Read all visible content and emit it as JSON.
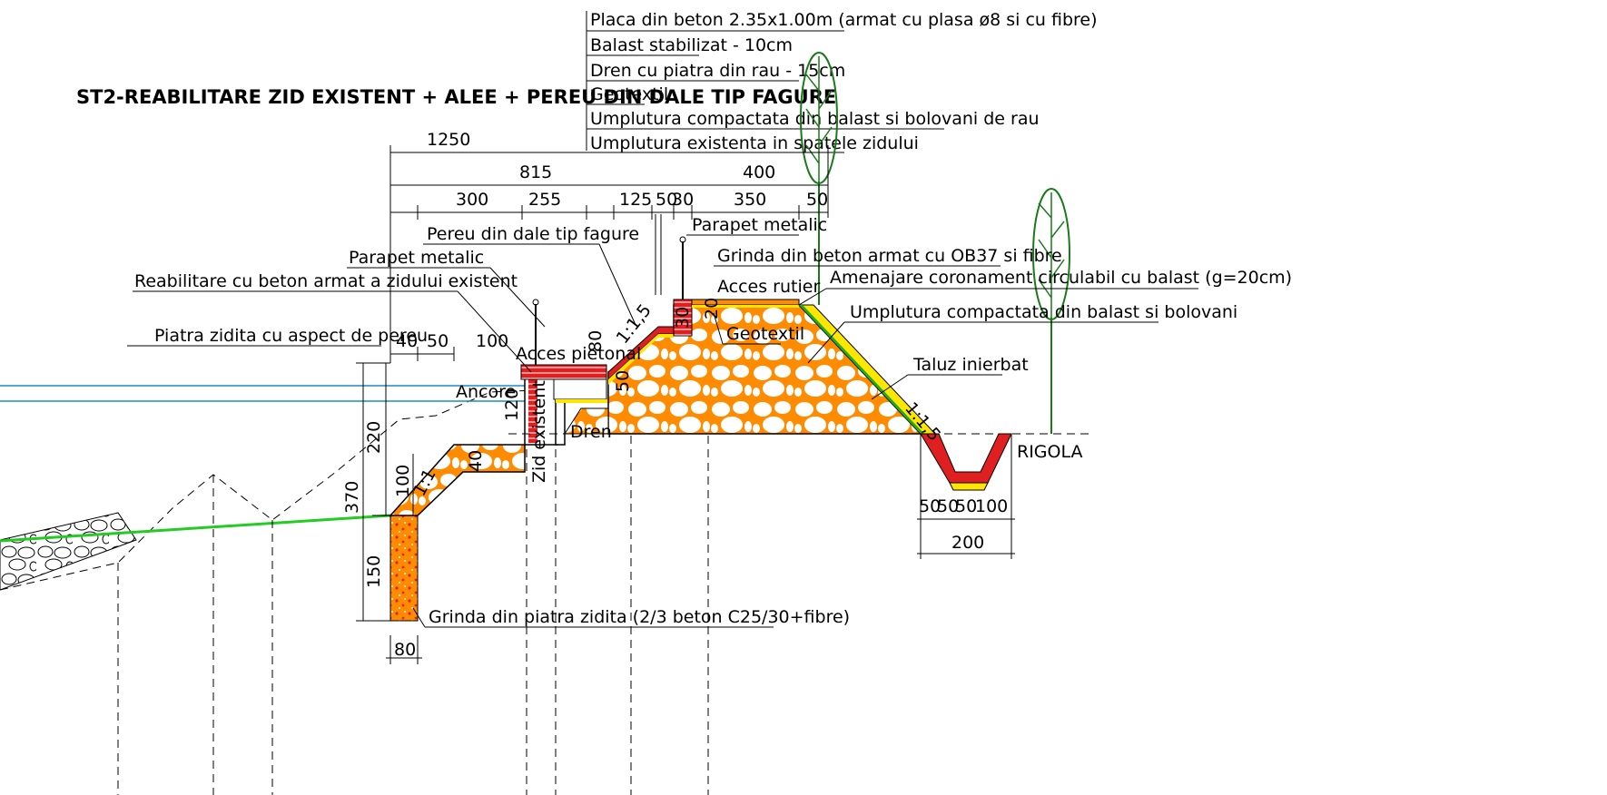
{
  "title": "ST2-REABILITARE ZID EXISTENT + ALEE + PEREU DIN DALE TIP FAGURE",
  "layers": [
    "Placa din beton 2.35x1.00m (armat cu plasa ø8 si cu fibre)",
    "Balast stabilizat - 10cm",
    "Dren cu piatra din rau - 15cm",
    "Geotextil",
    "Umplutura compactata din balast si bolovani de rau",
    "Umplutura existenta in spatele zidului"
  ],
  "labels": {
    "pereu": "Pereu din dale tip fagure",
    "parapet_left": "Parapet metalic",
    "parapet_right": "Parapet metalic",
    "reabilitare": "Reabilitare cu beton armat a zidului existent",
    "piatra_zidita": "Piatra zidita cu aspect de pereu",
    "grinda_beton": "Grinda din beton armat cu OB37 si fibre",
    "acces_rutier": "Acces rutier",
    "amenajare": "Amenajare coronament circulabil cu balast (g=20cm)",
    "geotextil": "Geotextil",
    "umplutura": "Umplutura compactata din balast si bolovani",
    "acces_pietonal": "Acces pietonal",
    "ancore": "Ancore",
    "zid": "Zid existent",
    "dren": "Dren",
    "taluz": "Taluz inierbat",
    "rigola": "RIGOLA",
    "grinda_piatra": "Grinda din piatra zidita (2/3 beton C25/30+fibre)"
  },
  "dimensions": {
    "d1250": "1250",
    "d815": "815",
    "d400": "400",
    "d300": "300",
    "d255": "255",
    "d125": "125",
    "d50a": "50",
    "d30": "30",
    "d350": "350",
    "d50b": "50",
    "d40": "40",
    "d50c": "50",
    "d100": "100",
    "d80a": "80",
    "d50d": "50",
    "d120": "120",
    "d30b": "30",
    "d20": "20",
    "d220": "220",
    "d370": "370",
    "d100b": "100",
    "d150": "150",
    "d80": "80",
    "d40b": "40",
    "r50a": "50",
    "r50b": "50",
    "r50c": "50",
    "r100": "100",
    "r200": "200"
  },
  "slopes": {
    "s1": "1:1,5",
    "s2": "1:1",
    "s3": "1:1,5"
  },
  "colors": {
    "fill_orange": "#FF8C00",
    "brick_red": "#E02020",
    "layer_yellow": "#FFE600",
    "ground_green": "#22CC22",
    "tree_green": "#1A7A1A",
    "anchor_blue": "#1E88C8"
  }
}
